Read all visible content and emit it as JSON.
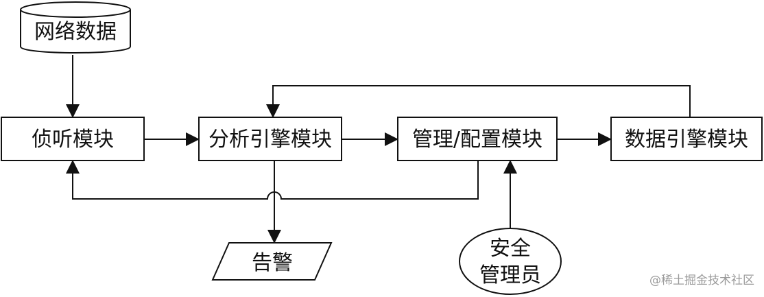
{
  "nodes": {
    "network_data": "网络数据",
    "sniffer": "侦听模块",
    "analysis_engine": "分析引擎模块",
    "management": "管理/配置模块",
    "data_engine": "数据引擎模块",
    "alarm": "告警",
    "admin_line1": "安全",
    "admin_line2": "管理员"
  },
  "watermark": "@稀土掘金技术社区"
}
